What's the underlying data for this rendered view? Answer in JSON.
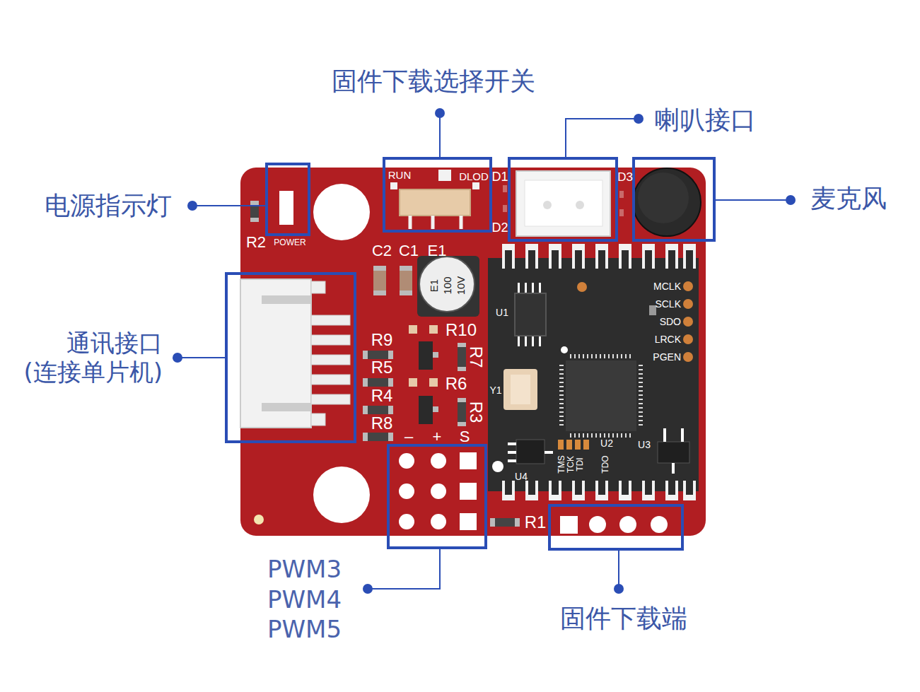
{
  "diagram": {
    "labels": [
      "固件下载选择开关",
      "喇叭接口",
      "麦克风",
      "电源指示灯",
      "通讯接口 (连接单片机)",
      "PWM3",
      "PWM4",
      "PWM5",
      "固件下载端",
      "RUN",
      "DLOD",
      "D1",
      "D2",
      "D3",
      "R2",
      "POWER",
      "C2",
      "C1",
      "E1",
      "E1",
      "100",
      "10V",
      "R10",
      "R9",
      "R5",
      "R4",
      "R8",
      "R7",
      "R6",
      "R3",
      "–",
      "+",
      "S",
      "U1",
      "Y1",
      "MCLK",
      "SCLK",
      "SDO",
      "LRCK",
      "PGEN",
      "U2",
      "U3",
      "U4",
      "TMS",
      "TCK",
      "TDI",
      "TDO",
      "R1"
    ]
  }
}
